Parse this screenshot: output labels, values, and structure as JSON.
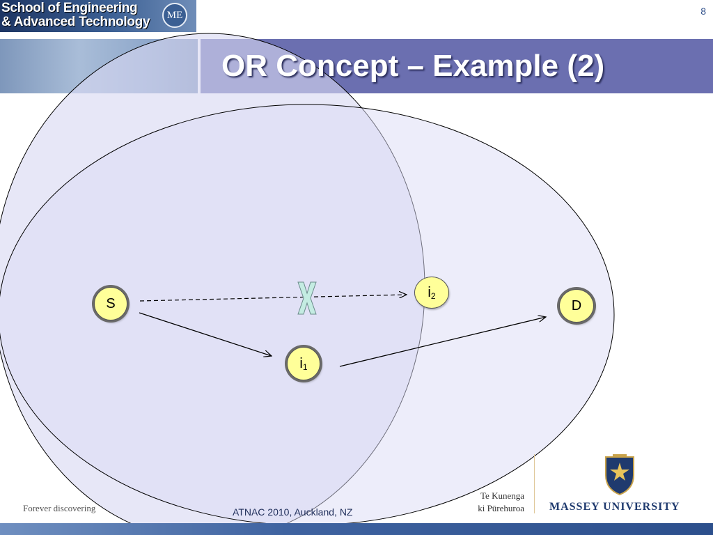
{
  "header": {
    "logo_line1": "School of Engineering",
    "logo_line2": "& Advanced Technology",
    "emblem_text": "ME",
    "slide_number": "8"
  },
  "title": "OR Concept – Example (2)",
  "diagram": {
    "nodes": {
      "s": {
        "label": "S"
      },
      "d": {
        "label": "D"
      },
      "i1": {
        "label": "i",
        "sub": "1"
      },
      "i2": {
        "label": "i",
        "sub": "2"
      }
    },
    "edges": [
      {
        "from": "S",
        "to": "i2",
        "style": "dashed",
        "blocked": true
      },
      {
        "from": "S",
        "to": "i1",
        "style": "solid"
      },
      {
        "from": "i1",
        "to": "D",
        "style": "solid"
      }
    ],
    "block_marker_icon": "cross-x-icon"
  },
  "footer": {
    "tagline": "Forever discovering",
    "event": "ATNAC 2010, Auckland, NZ",
    "te_kunenga_line1": "Te Kunenga",
    "te_kunenga_line2": "ki Pūrehuroa",
    "university": "MASSEY UNIVERSITY"
  },
  "colors": {
    "title_band": "#6b6fb0",
    "coverage_fill": "#dcdcf5",
    "node_fill": "#ffff99",
    "block_marker": "#bfe8e0"
  }
}
